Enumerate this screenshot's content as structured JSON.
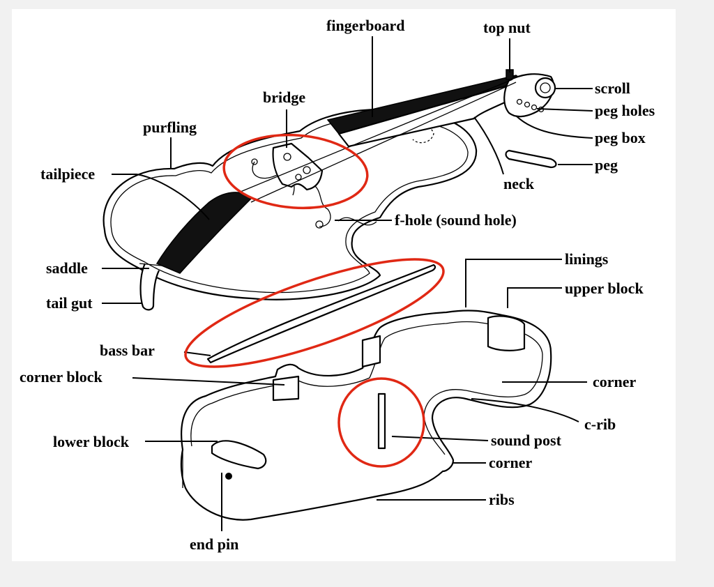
{
  "labels": {
    "fingerboard": "fingerboard",
    "top_nut": "top nut",
    "bridge": "bridge",
    "scroll": "scroll",
    "peg_holes": "peg holes",
    "purfling": "purfling",
    "peg_box": "peg box",
    "tailpiece": "tailpiece",
    "peg": "peg",
    "neck": "neck",
    "f_hole": "f-hole (sound hole)",
    "saddle": "saddle",
    "linings": "linings",
    "tail_gut": "tail gut",
    "upper_block": "upper block",
    "bass_bar": "bass bar",
    "corner_block": "corner block",
    "corner_upper": "corner",
    "c_rib": "c-rib",
    "lower_block": "lower block",
    "sound_post": "sound post",
    "corner_lower": "corner",
    "ribs": "ribs",
    "end_pin": "end pin"
  },
  "highlights": {
    "color": "#e02814",
    "circled_parts": [
      "bridge",
      "bass bar",
      "sound post"
    ]
  }
}
